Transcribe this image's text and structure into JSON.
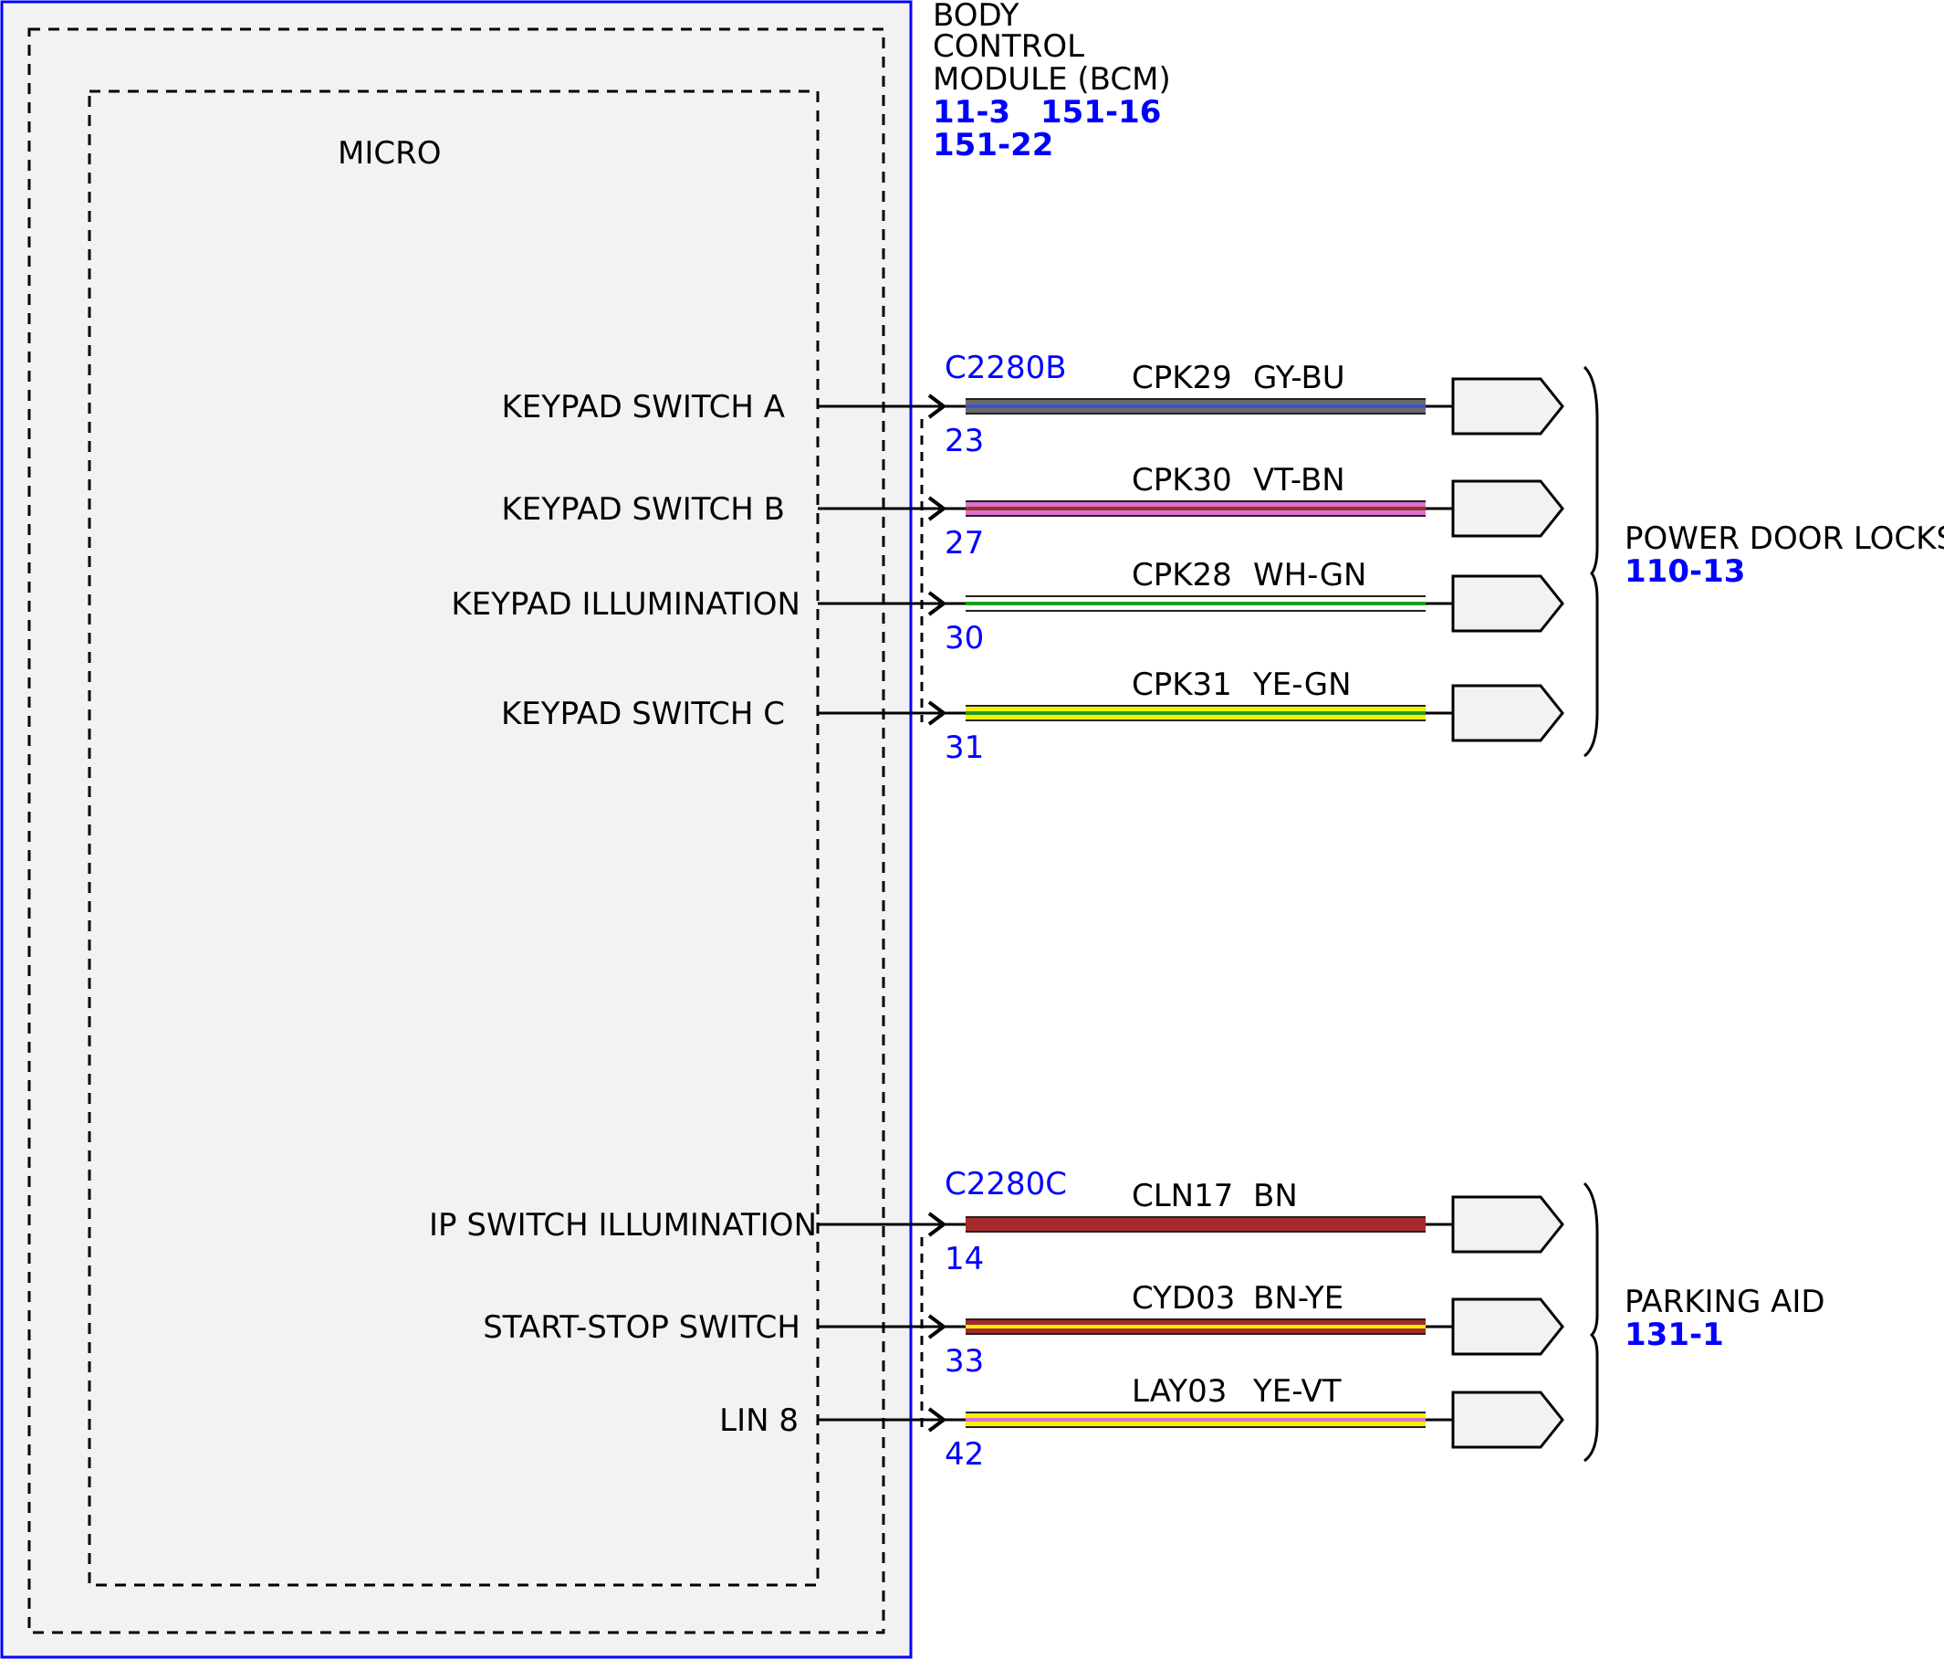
{
  "module": {
    "name_lines": [
      "BODY",
      "CONTROL",
      "MODULE (BCM)"
    ],
    "refs": [
      "11-3",
      "151-16",
      "151-22"
    ],
    "inner_label": "MICRO"
  },
  "connectors": [
    {
      "id": "C2280B"
    },
    {
      "id": "C2280C"
    }
  ],
  "circuits": [
    {
      "signal": "KEYPAD SWITCH A",
      "pin": "23",
      "circuit": "CPK29",
      "color_code": "GY-BU",
      "wire_colors": [
        "#6a6a6a",
        "#3a55cc"
      ],
      "connector": 0
    },
    {
      "signal": "KEYPAD SWITCH B",
      "pin": "27",
      "circuit": "CPK30",
      "color_code": "VT-BN",
      "wire_colors": [
        "#e070d0",
        "#8b3a2a"
      ],
      "connector": 0
    },
    {
      "signal": "KEYPAD ILLUMINATION",
      "pin": "30",
      "circuit": "CPK28",
      "color_code": "WH-GN",
      "wire_colors": [
        "#ffffff",
        "#1e9e1e"
      ],
      "connector": 0
    },
    {
      "signal": "KEYPAD SWITCH C",
      "pin": "31",
      "circuit": "CPK31",
      "color_code": "YE-GN",
      "wire_colors": [
        "#f2f200",
        "#1e9e1e"
      ],
      "connector": 0
    },
    {
      "signal": "IP SWITCH ILLUMINATION",
      "pin": "14",
      "circuit": "CLN17",
      "color_code": "BN",
      "wire_colors": [
        "#a52a2a",
        "#a52a2a"
      ],
      "connector": 1
    },
    {
      "signal": "START-STOP SWITCH",
      "pin": "33",
      "circuit": "CYD03",
      "color_code": "BN-YE",
      "wire_colors": [
        "#a52a2a",
        "#f2f200"
      ],
      "connector": 1
    },
    {
      "signal": "LIN 8",
      "pin": "42",
      "circuit": "LAY03",
      "color_code": "YE-VT",
      "wire_colors": [
        "#f2f200",
        "#e070d0"
      ],
      "connector": 1
    }
  ],
  "destinations": [
    {
      "name": "POWER DOOR LOCKS",
      "ref": "110-13"
    },
    {
      "name": "PARKING AID",
      "ref": "131-1"
    }
  ],
  "colors": {
    "module_border": "#0000ff",
    "module_fill": "#f2f2f2",
    "connector_text": "#0000ff",
    "ref_text": "#0000ff"
  }
}
